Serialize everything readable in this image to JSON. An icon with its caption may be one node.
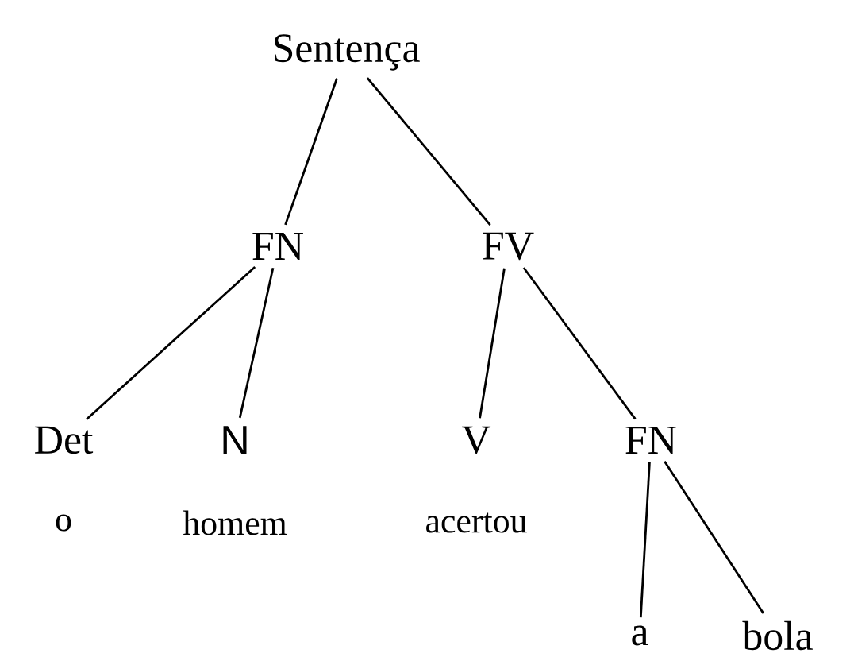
{
  "diagram": {
    "nodes": [
      {
        "text": [
          "Sentença"
        ]
      },
      {
        "text": [
          "FN"
        ]
      },
      {
        "text": [
          "FV"
        ]
      },
      {
        "text": [
          "Det"
        ],
        "beside": [
          "o"
        ]
      },
      {
        "text": [
          "N"
        ],
        "beside": [
          "homem"
        ]
      },
      {
        "text": [
          "V"
        ],
        "beside": [
          "acertou"
        ]
      },
      {
        "text": [
          "FN"
        ]
      },
      {
        "text": [
          "a"
        ]
      },
      {
        "text": [
          "bola"
        ]
      }
    ],
    "edges": [
      {
        "from": 0,
        "to": 1,
        "arrow": "none"
      },
      {
        "from": 0,
        "to": 2,
        "arrow": "none"
      },
      {
        "from": 1,
        "to": 3,
        "arrow": "none"
      },
      {
        "from": 1,
        "to": 4,
        "arrow": "none"
      },
      {
        "from": 2,
        "to": 5,
        "arrow": "none"
      },
      {
        "from": 2,
        "to": 6,
        "arrow": "none"
      },
      {
        "from": 6,
        "to": 7,
        "arrow": "none"
      },
      {
        "from": 6,
        "to": 8,
        "arrow": "none"
      }
    ]
  }
}
